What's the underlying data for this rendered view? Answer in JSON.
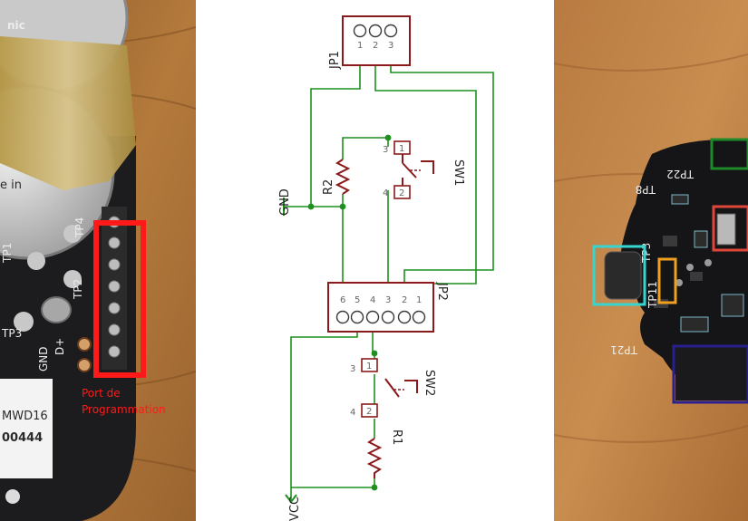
{
  "left_photo": {
    "texts": {
      "brand_fragment": "nic",
      "coin_text": "e in",
      "tp4": "TP4",
      "tp1": "TP1",
      "tp2": "TP2",
      "tp3": "TP3",
      "d_plus": "D+",
      "gnd": "GND",
      "model": "MWD16",
      "serial": "00444",
      "annotation_line1": "Port de",
      "annotation_line2": "Programmation"
    },
    "colors": {
      "highlight": "#ff1a1a",
      "board": "#1c1c1e",
      "wood": "#b0763a"
    }
  },
  "schematic": {
    "connectors": [
      {
        "name": "JP1",
        "pins": [
          "1",
          "2",
          "3"
        ]
      },
      {
        "name": "JP2",
        "pins": [
          "6",
          "5",
          "4",
          "3",
          "2",
          "1"
        ]
      }
    ],
    "switches": [
      {
        "name": "SW1",
        "pins": [
          "3",
          "1",
          "4",
          "2"
        ]
      },
      {
        "name": "SW2",
        "pins": [
          "3",
          "1",
          "4",
          "2"
        ]
      }
    ],
    "resistors": [
      "R2",
      "R1"
    ],
    "nets": {
      "ground": "GND",
      "supply": "VCC"
    },
    "colors": {
      "wire": "#1f8f1f",
      "part": "#8b1a1a"
    }
  },
  "right_photo": {
    "texts": {
      "tp22": "TP22",
      "tp8": "TP8",
      "tp21": "TP21",
      "tp3": "TP3",
      "tp11": "TP11"
    },
    "highlight_colors": {
      "green": "#1f8a2a",
      "red": "#e0473a",
      "cyan": "#35d6d0",
      "orange": "#f0a020",
      "navy": "#2a1f8f"
    }
  }
}
